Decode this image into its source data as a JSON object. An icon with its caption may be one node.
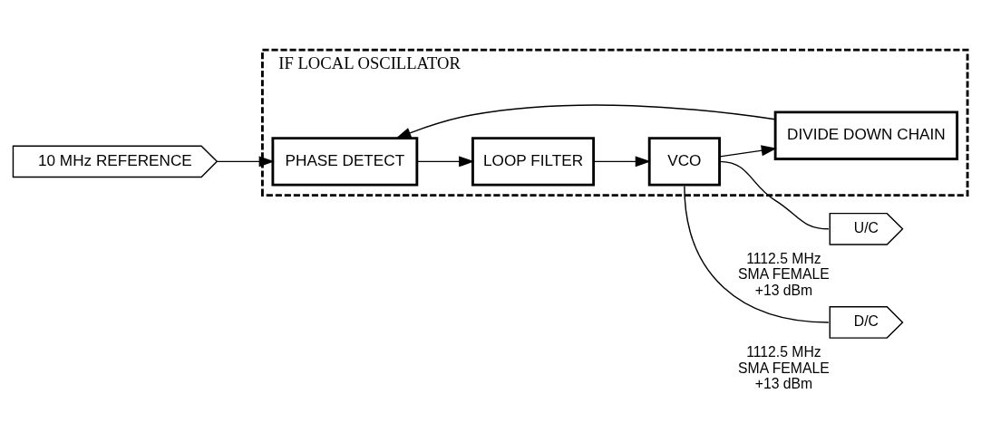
{
  "diagram": {
    "nodes": [
      {
        "text": [
          "IF LOCAL OSCILLATOR"
        ]
      },
      {
        "text": [
          "LOOP FILTER"
        ],
        "in": 0
      },
      {
        "text": [
          "VCO"
        ],
        "in": 0
      },
      {
        "text": [
          "PHASE DETECT"
        ],
        "in": 0
      },
      {
        "text": [
          "DIVIDE DOWN CHAIN"
        ],
        "in": 0
      },
      {
        "text": [
          "10 MHz REFERENCE"
        ]
      },
      {
        "text": [
          "U/C"
        ],
        "beside": [
          "1112.5 MHz SMA FEMALE +13 dBm"
        ]
      },
      {
        "text": [
          "D/C"
        ],
        "beside": [
          "1112.5 MHz SMA FEMALE +13 dBm"
        ]
      }
    ],
    "edges": [
      {
        "from": 5,
        "to": 3,
        "arrow": "to"
      },
      {
        "from": 3,
        "to": 1,
        "arrow": "to"
      },
      {
        "from": 1,
        "to": 2,
        "arrow": "to"
      },
      {
        "from": 2,
        "to": 4,
        "arrow": "to"
      },
      {
        "from": 4,
        "to": 3,
        "arrow": "to"
      },
      {
        "from": 2,
        "to": 6,
        "arrow": "none"
      },
      {
        "from": 2,
        "to": 7,
        "arrow": "none"
      }
    ]
  }
}
